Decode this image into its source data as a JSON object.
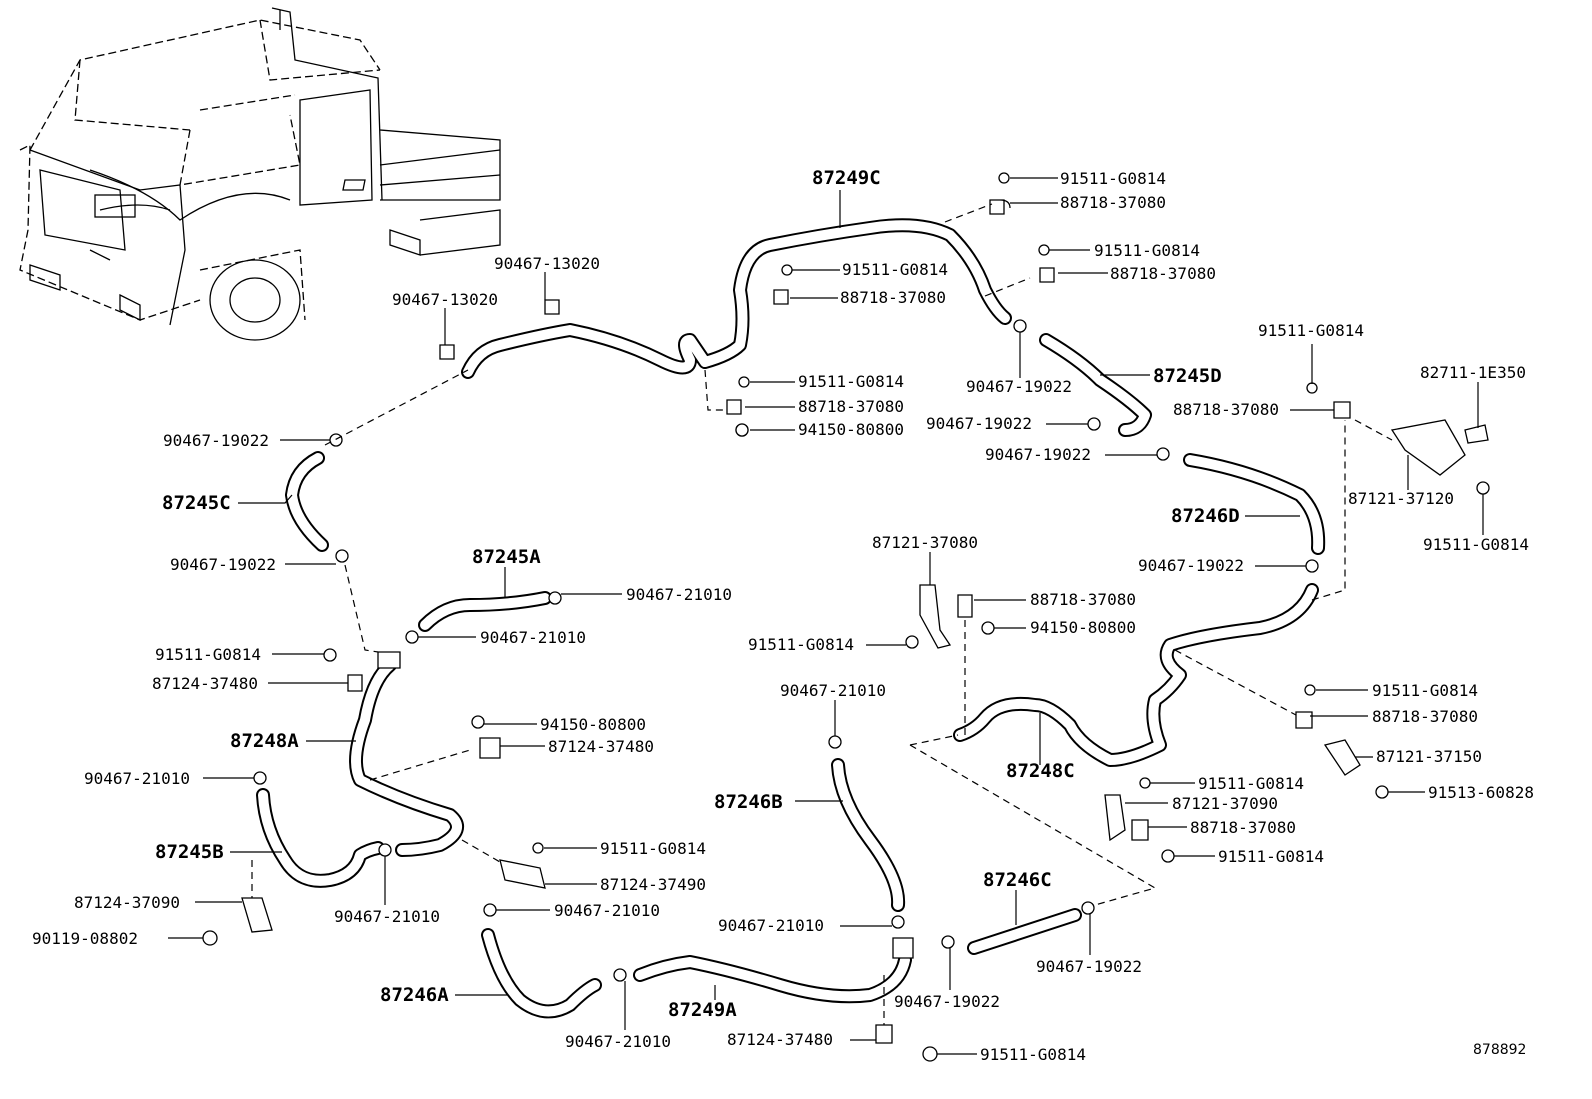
{
  "diagram_code": "878892",
  "labels": {
    "l01": "87249C",
    "l02": "91511-G0814",
    "l03": "88718-37080",
    "l04": "91511-G0814",
    "l05": "88718-37080",
    "l06": "90467-13020",
    "l07": "91511-G0814",
    "l08": "88718-37080",
    "l09": "90467-13020",
    "l10": "91511-G0814",
    "l11": "88718-37080",
    "l12": "94150-80800",
    "l13": "90467-19022",
    "l14": "87245D",
    "l15": "91511-G0814",
    "l16": "82711-1E350",
    "l17": "90467-19022",
    "l18": "88718-37080",
    "l19": "90467-19022",
    "l20": "90467-19022",
    "l21": "87245C",
    "l22": "87121-37120",
    "l23": "87246D",
    "l24": "91511-G0814",
    "l25": "87121-37080",
    "l26": "90467-19022",
    "l27": "90467-19022",
    "l28": "87245A",
    "l29": "90467-21010",
    "l30": "88718-37080",
    "l31": "90467-21010",
    "l32": "94150-80800",
    "l33": "91511-G0814",
    "l34": "91511-G0814",
    "l35": "87124-37480",
    "l36": "90467-21010",
    "l37": "91511-G0814",
    "l38": "94150-80800",
    "l39": "88718-37080",
    "l40": "87248A",
    "l41": "87124-37480",
    "l42": "87121-37150",
    "l43": "87248C",
    "l44": "90467-21010",
    "l45": "91511-G0814",
    "l46": "91513-60828",
    "l47": "87246B",
    "l48": "87121-37090",
    "l49": "88718-37080",
    "l50": "87245B",
    "l51": "91511-G0814",
    "l52": "91511-G0814",
    "l53": "87246C",
    "l54": "87124-37490",
    "l55": "87124-37090",
    "l56": "90467-21010",
    "l57": "90467-21010",
    "l58": "90119-08802",
    "l59": "90467-21010",
    "l60": "87246A",
    "l61": "90467-19022",
    "l62": "87249A",
    "l63": "90467-19022",
    "l64": "90467-21010",
    "l65": "87124-37480",
    "l66": "91511-G0814"
  }
}
